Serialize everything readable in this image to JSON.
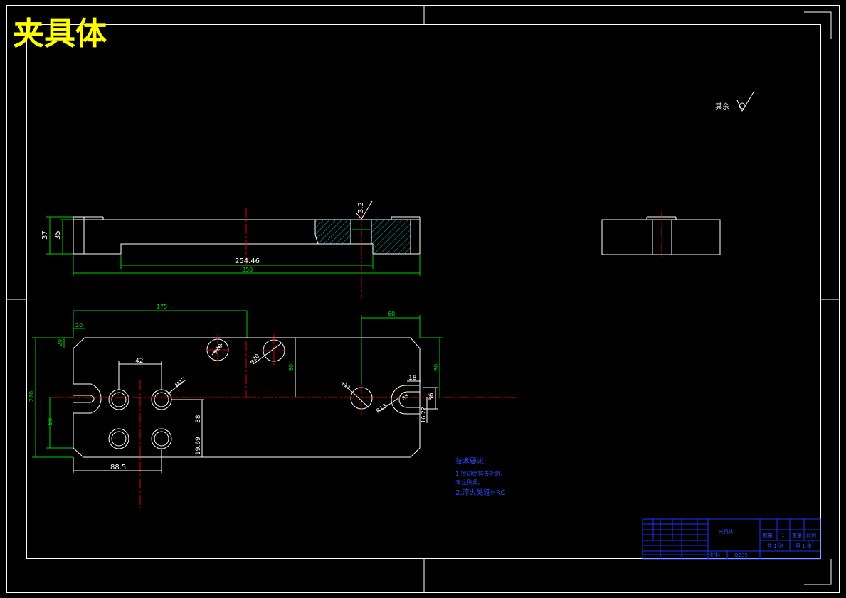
{
  "title": "夹具体",
  "roughness_note": {
    "label": "其余",
    "value": "√"
  },
  "colors": {
    "background": "#000000",
    "outline": "#ffffff",
    "dimension": "#00d000",
    "centerline": "#e00000",
    "title": "#ffff00",
    "table": "#1a33ff"
  },
  "side_view": {
    "dims": {
      "d37": "37",
      "d35": "35",
      "d25446": "254.46",
      "d350": "350",
      "rough": "3.2"
    }
  },
  "plan_view": {
    "dims": {
      "d175": "175",
      "d60top": "60",
      "d20a": "20",
      "d20b": "20",
      "d270": "270",
      "d50": "50",
      "d42": "42",
      "dm12": "M12",
      "d885": "88.5",
      "d38": "38",
      "d1969": "19.69",
      "dphi20a": "φ20",
      "dphi20b": "φ20",
      "d60right": "60",
      "d60b": "60",
      "d18": "18",
      "d36": "36",
      "dr13": "R13",
      "d1622": "16.22",
      "dr8": "R8",
      "dphi12": "φ12"
    }
  },
  "tech_req": {
    "heading": "技术要求:",
    "line1": "1.锐边倒钝去毛刺、",
    "line1b": "未注倒角。",
    "line2": "2.淬火处理HRC"
  },
  "title_block": {
    "part_name": "夹具体",
    "qty_label": "数量",
    "qty_value": "1",
    "weight_label": "重量",
    "scale_label": "比例",
    "scale_value": "1:1",
    "sheets_label": "共 1 张",
    "sheet_label": "第 1 张",
    "material_label": "材料",
    "material_value": "Q235"
  }
}
